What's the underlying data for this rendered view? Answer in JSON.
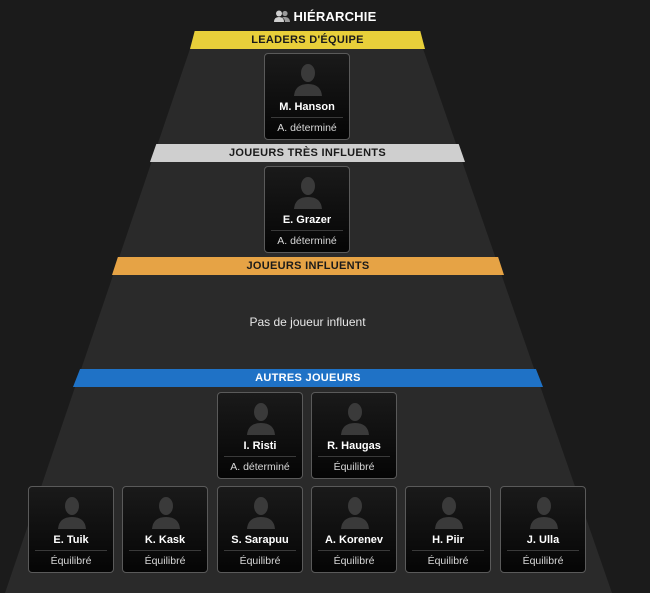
{
  "header": {
    "title": "HIÉRARCHIE",
    "icon": "users-icon"
  },
  "tiers": {
    "leaders": {
      "label": "LEADERS D'ÉQUIPE",
      "color": "#e8cf3a",
      "players": [
        {
          "name": "M. Hanson",
          "persona": "A. déterminé"
        }
      ]
    },
    "tres_influents": {
      "label": "JOUEURS TRÈS INFLUENTS",
      "color": "#cfcfcf",
      "players": [
        {
          "name": "E. Grazer",
          "persona": "A. déterminé"
        }
      ]
    },
    "influents": {
      "label": "JOUEURS INFLUENTS",
      "color": "#e6a345",
      "empty_text": "Pas de joueur influent"
    },
    "autres": {
      "label": "AUTRES JOUEURS",
      "color": "#1f72c6",
      "players": [
        {
          "name": "I. Risti",
          "persona": "A. déterminé"
        },
        {
          "name": "R. Haugas",
          "persona": "Équilibré"
        },
        {
          "name": "E. Tuik",
          "persona": "Équilibré"
        },
        {
          "name": "K. Kask",
          "persona": "Équilibré"
        },
        {
          "name": "S. Sarapuu",
          "persona": "Équilibré"
        },
        {
          "name": "A. Korenev",
          "persona": "Équilibré"
        },
        {
          "name": "H. Piir",
          "persona": "Équilibré"
        },
        {
          "name": "J. Ulla",
          "persona": "Équilibré"
        }
      ]
    }
  }
}
